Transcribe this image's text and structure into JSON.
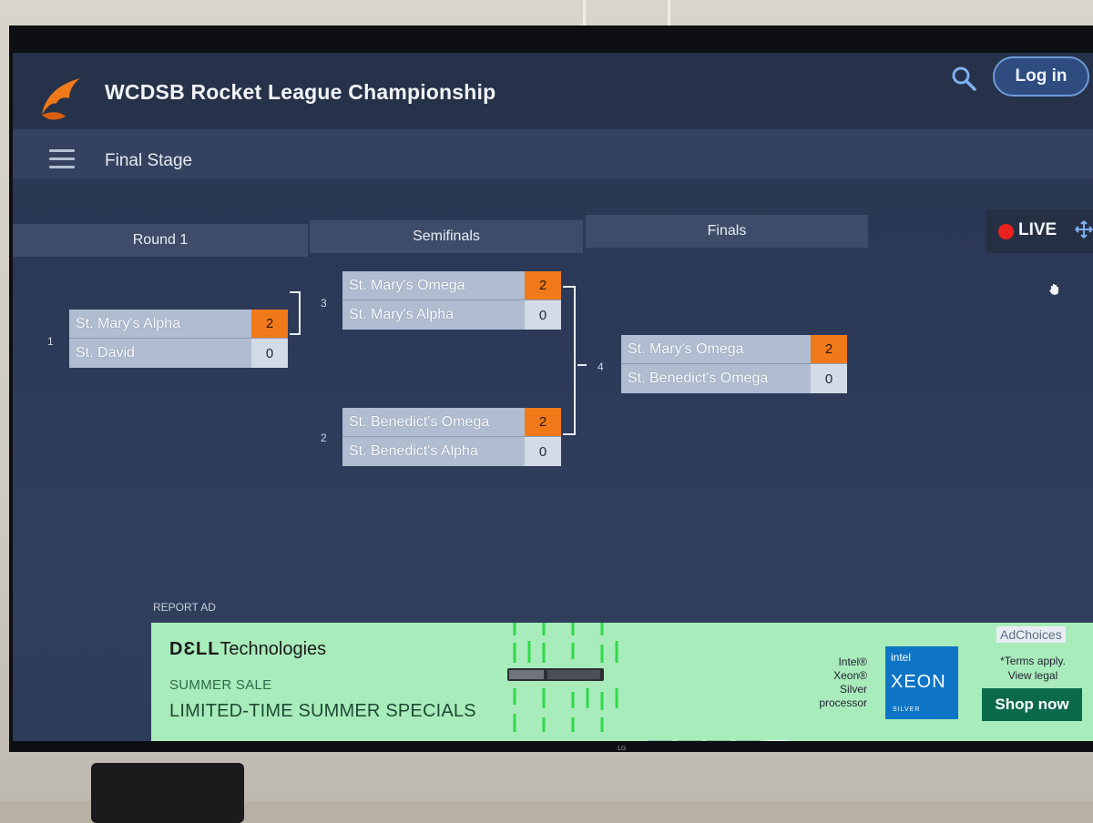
{
  "header": {
    "app_title": "WCDSB Rocket League Championship",
    "login_label": "Log in"
  },
  "subheader": {
    "stage_title": "Final Stage"
  },
  "rounds": [
    {
      "label": "Round 1"
    },
    {
      "label": "Semifinals"
    },
    {
      "label": "Finals"
    }
  ],
  "live": {
    "label": "LIVE",
    "dot_color": "#e8231d"
  },
  "matches": {
    "m1": {
      "number": "1",
      "teams": [
        {
          "name": "St. Mary's Alpha",
          "score": "2",
          "winner": true
        },
        {
          "name": "St. David",
          "score": "0",
          "winner": false
        }
      ]
    },
    "m3": {
      "number": "3",
      "teams": [
        {
          "name": "St. Mary's Omega",
          "score": "2",
          "winner": true
        },
        {
          "name": "St. Mary's Alpha",
          "score": "0",
          "winner": false
        }
      ]
    },
    "m2": {
      "number": "2",
      "teams": [
        {
          "name": "St. Benedict's Omega",
          "score": "2",
          "winner": true
        },
        {
          "name": "St. Benedict's Alpha",
          "score": "0",
          "winner": false
        }
      ]
    },
    "m4": {
      "number": "4",
      "teams": [
        {
          "name": "St. Mary's Omega",
          "score": "2",
          "winner": true
        },
        {
          "name": "St. Benedict's Omega",
          "score": "0",
          "winner": false
        }
      ]
    }
  },
  "ad": {
    "report_label": "REPORT AD",
    "brand_bold": "DƐLL",
    "brand_rest": "Technologies",
    "sale": "SUMMER SALE",
    "headline": "LIMITED-TIME SUMMER SPECIALS",
    "intel_line1": "Intel®",
    "intel_line2": "Xeon®",
    "intel_line3": "Silver",
    "intel_line4": "processor",
    "badge_intel": "intel",
    "badge_xeon": "XEON",
    "badge_silver": "SILVER",
    "terms_line1": "*Terms apply.",
    "terms_line2": "View legal",
    "shop_label": "Shop now",
    "adchoices_label": "AdChoices"
  },
  "colors": {
    "accent_orange": "#f07a1a",
    "login_border": "#6f9ad8",
    "ad_background": "#a9ecbb"
  }
}
